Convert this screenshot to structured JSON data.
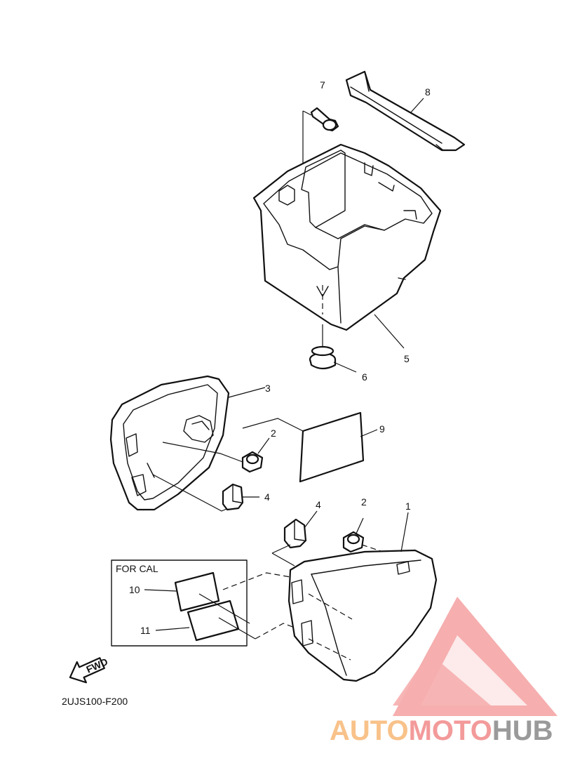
{
  "callouts": {
    "c1": "1",
    "c2a": "2",
    "c2b": "2",
    "c3": "3",
    "c4a": "4",
    "c4b": "4",
    "c5": "5",
    "c6": "6",
    "c7": "7",
    "c8": "8",
    "c9": "9",
    "c10": "10",
    "c11": "11"
  },
  "inset": {
    "label": "FOR CAL"
  },
  "fwd": {
    "label": "FWD"
  },
  "diagram_code": "2UJS100-F200",
  "watermark": {
    "part1": "AUTO",
    "part2": "MOTO",
    "part3": "HUB"
  },
  "colors": {
    "line": "#111111",
    "watermark_red": "#f08a8a",
    "watermark_orange": "#f8c28a",
    "watermark_gray": "#9a9a9a"
  }
}
